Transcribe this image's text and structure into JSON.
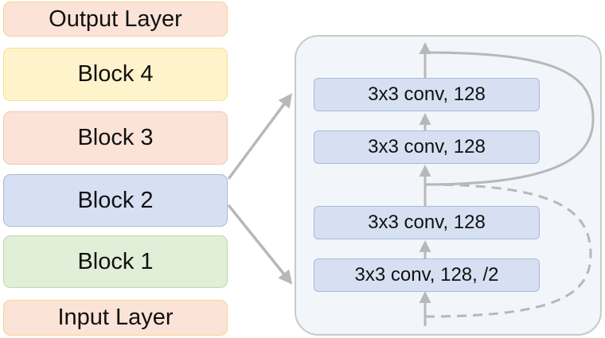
{
  "layers": [
    {
      "label": "Output Layer",
      "fill": "#fbe3d8",
      "border": "#f6d38a"
    },
    {
      "label": "Block 4",
      "fill": "#fff3cc",
      "border": "#f6e08a"
    },
    {
      "label": "Block 3",
      "fill": "#fbe3d8",
      "border": "#f2c7b3"
    },
    {
      "label": "Block 2",
      "fill": "#d6e0f2",
      "border": "#a8bad6"
    },
    {
      "label": "Block 1",
      "fill": "#e1eed8",
      "border": "#bdd9ad"
    },
    {
      "label": "Input Layer",
      "fill": "#fbe3d8",
      "border": "#f6d38a"
    }
  ],
  "block_detail": {
    "convs": [
      {
        "label": "3x3 conv, 128"
      },
      {
        "label": "3x3 conv, 128"
      },
      {
        "label": "3x3 conv, 128"
      },
      {
        "label": "3x3 conv, 128, /2"
      }
    ]
  },
  "colors": {
    "arrow": "#b8b8b8"
  }
}
